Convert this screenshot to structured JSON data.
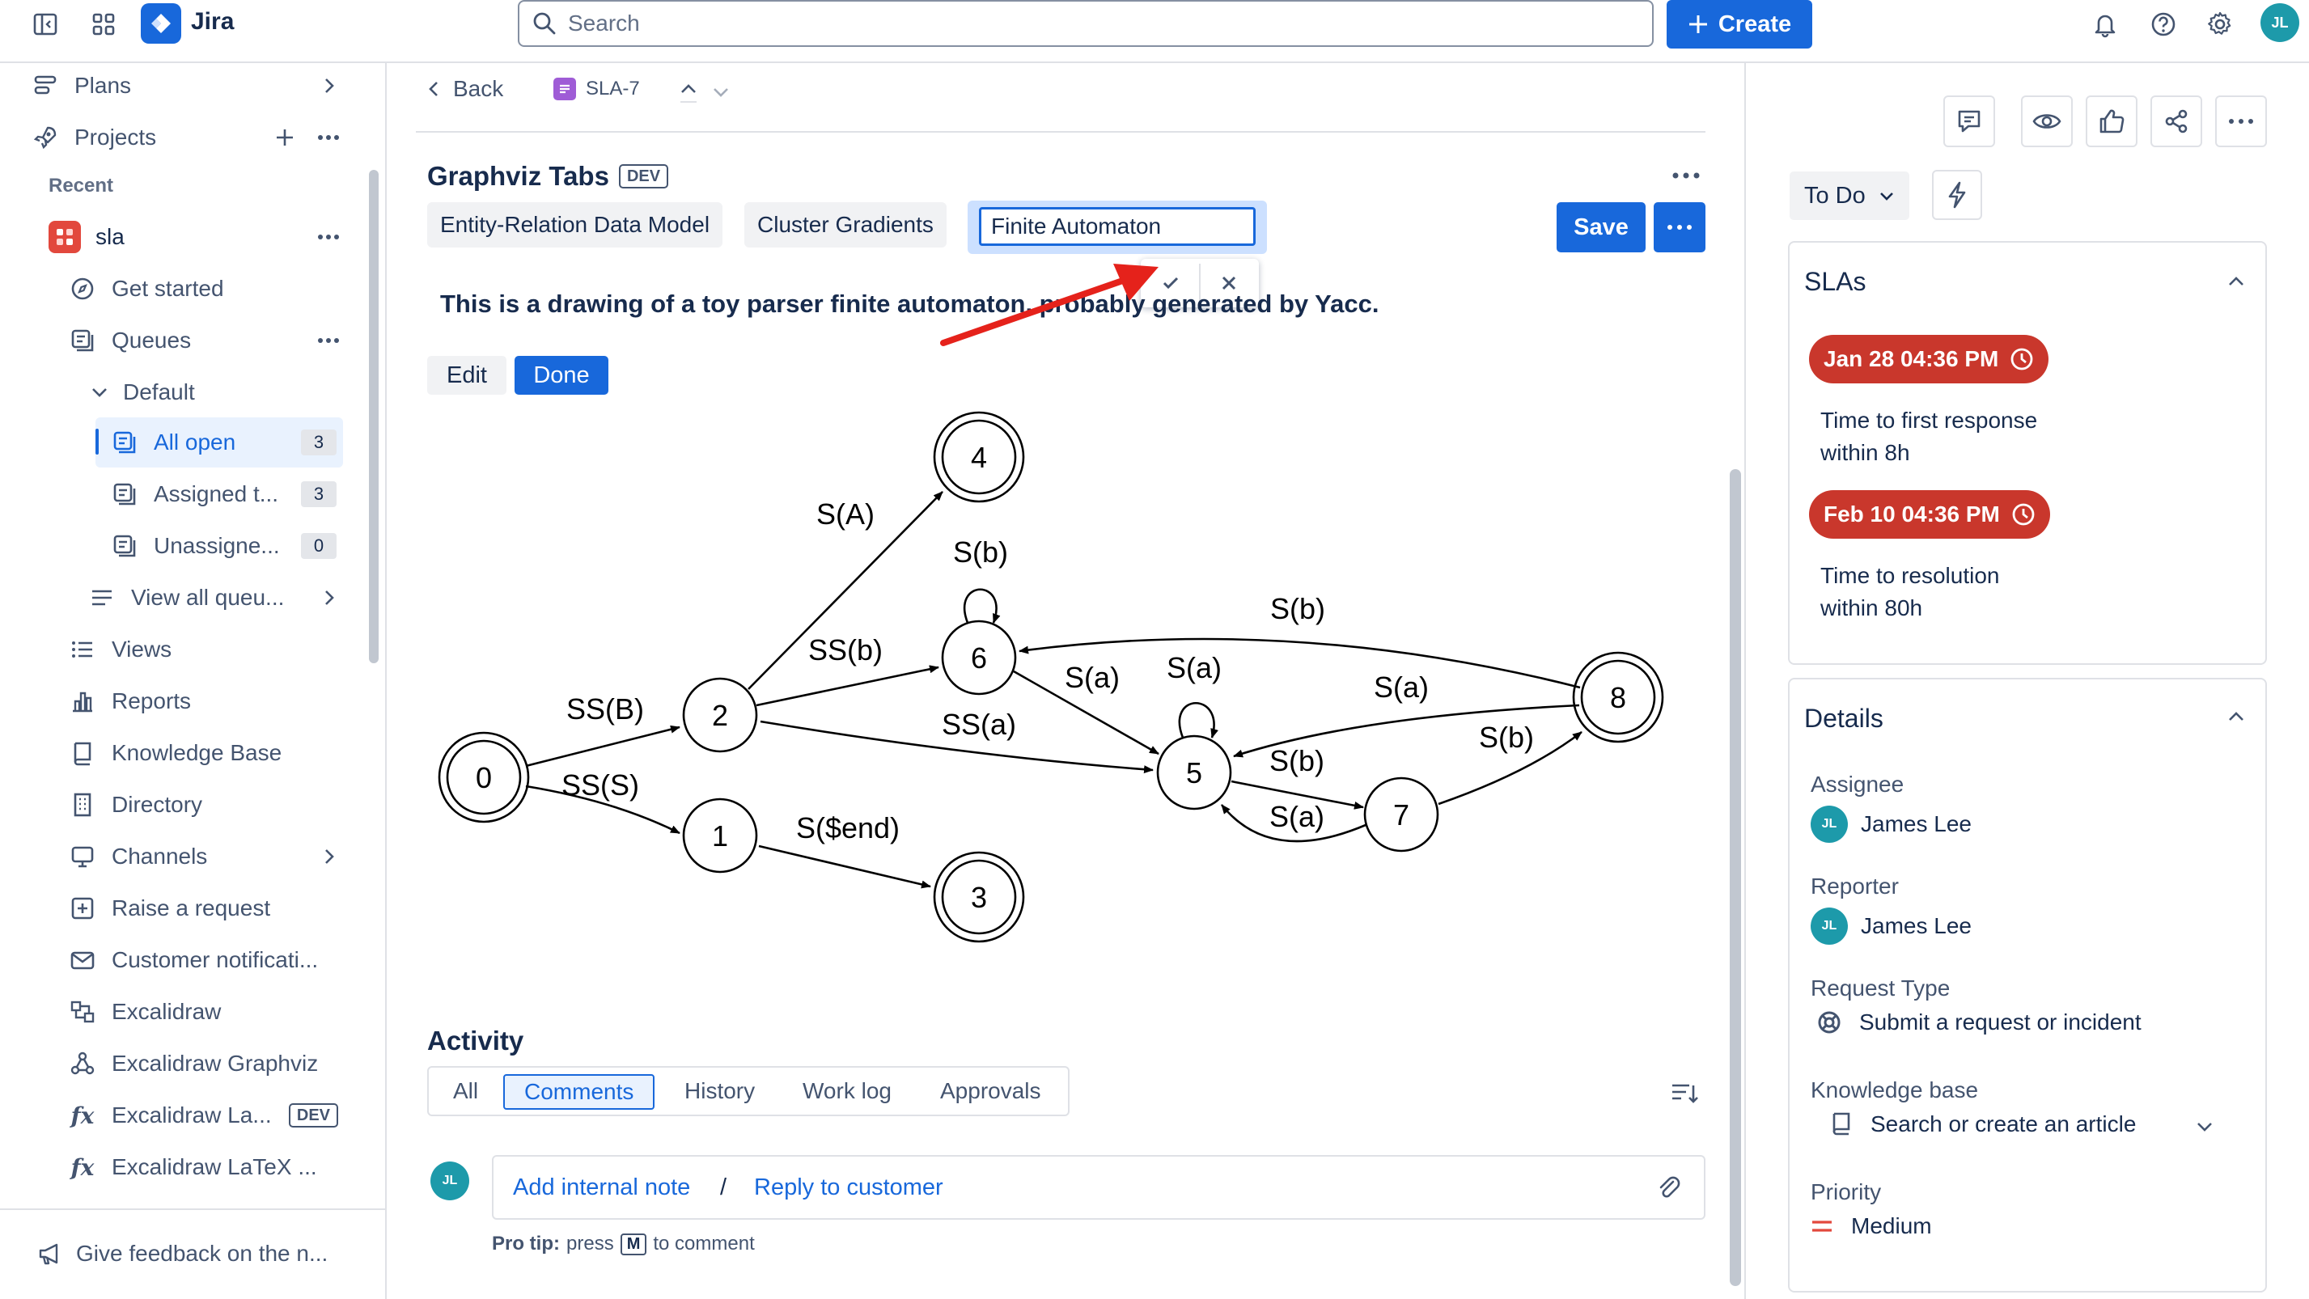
{
  "topnav": {
    "brand": "Jira",
    "search_placeholder": "Search",
    "create_label": "Create",
    "avatar_initials": "JL"
  },
  "sidebar": {
    "plans": "Plans",
    "projects": "Projects",
    "recent": "Recent",
    "project_name": "sla",
    "get_started": "Get started",
    "queues": "Queues",
    "default": "Default",
    "all_open": "All open",
    "all_open_count": "3",
    "assigned": "Assigned t...",
    "assigned_count": "3",
    "unassigned": "Unassigne...",
    "unassigned_count": "0",
    "view_all": "View all queu...",
    "views": "Views",
    "reports": "Reports",
    "knowledge_base": "Knowledge Base",
    "directory": "Directory",
    "channels": "Channels",
    "raise_request": "Raise a request",
    "customer_notifications": "Customer notificati...",
    "excalidraw": "Excalidraw",
    "excalidraw_graphviz": "Excalidraw Graphviz",
    "excalidraw_la": "Excalidraw La...",
    "excalidraw_la_tag": "DEV",
    "excalidraw_latex": "Excalidraw LaTeX ...",
    "feedback": "Give feedback on the n..."
  },
  "breadcrumb": {
    "back": "Back",
    "issue_key": "SLA-7"
  },
  "panel": {
    "title": "Graphviz Tabs",
    "title_tag": "DEV",
    "tabs": [
      "Entity-Relation Data Model",
      "Cluster Gradients"
    ],
    "editing_tab_value": "Finite Automaton",
    "save_label": "Save",
    "description": "This is a drawing of a toy parser finite automaton, probably generated by Yacc.",
    "edit_label": "Edit",
    "done_label": "Done"
  },
  "graph": {
    "nodes": [
      {
        "id": "0",
        "label": "0",
        "accepting": true
      },
      {
        "id": "1",
        "label": "1",
        "accepting": false
      },
      {
        "id": "2",
        "label": "2",
        "accepting": false
      },
      {
        "id": "3",
        "label": "3",
        "accepting": true
      },
      {
        "id": "4",
        "label": "4",
        "accepting": true
      },
      {
        "id": "5",
        "label": "5",
        "accepting": false
      },
      {
        "id": "6",
        "label": "6",
        "accepting": false
      },
      {
        "id": "7",
        "label": "7",
        "accepting": false
      },
      {
        "id": "8",
        "label": "8",
        "accepting": true
      }
    ],
    "edges": [
      {
        "from": "0",
        "to": "2",
        "label": "SS(B)"
      },
      {
        "from": "0",
        "to": "1",
        "label": "SS(S)"
      },
      {
        "from": "1",
        "to": "3",
        "label": "S($end)"
      },
      {
        "from": "2",
        "to": "6",
        "label": "SS(b)"
      },
      {
        "from": "2",
        "to": "5",
        "label": "SS(a)"
      },
      {
        "from": "2",
        "to": "4",
        "label": "S(A)"
      },
      {
        "from": "5",
        "to": "7",
        "label": "S(b)"
      },
      {
        "from": "5",
        "to": "5",
        "label": "S(a)"
      },
      {
        "from": "6",
        "to": "6",
        "label": "S(b)"
      },
      {
        "from": "6",
        "to": "5",
        "label": "S(a)"
      },
      {
        "from": "7",
        "to": "8",
        "label": "S(b)"
      },
      {
        "from": "7",
        "to": "5",
        "label": "S(a)"
      },
      {
        "from": "8",
        "to": "6",
        "label": "S(b)"
      },
      {
        "from": "8",
        "to": "5",
        "label": "S(a)"
      }
    ]
  },
  "activity": {
    "title": "Activity",
    "tabs": [
      "All",
      "Comments",
      "History",
      "Work log",
      "Approvals"
    ],
    "active_tab": "Comments",
    "avatar_initials": "JL",
    "add_internal_note": "Add internal note",
    "separator": "/",
    "reply_to_customer": "Reply to customer",
    "pro_tip_label": "Pro tip:",
    "pro_tip_press": "press",
    "pro_tip_key": "M",
    "pro_tip_suffix": "to comment"
  },
  "right": {
    "status": "To Do",
    "slas_title": "SLAs",
    "sla1_time": "Jan 28 04:36 PM",
    "sla1_name": "Time to first response",
    "sla1_within": "within 8h",
    "sla2_time": "Feb 10 04:36 PM",
    "sla2_name": "Time to resolution",
    "sla2_within": "within 80h",
    "details_title": "Details",
    "assignee_label": "Assignee",
    "assignee": "James Lee",
    "reporter_label": "Reporter",
    "reporter": "James Lee",
    "avatar_initials": "JL",
    "request_type_label": "Request Type",
    "request_type": "Submit a request or incident",
    "kb_label": "Knowledge base",
    "kb_value": "Search or create an article",
    "priority_label": "Priority",
    "priority": "Medium"
  },
  "colors": {
    "brand_blue": "#1868db",
    "sla_red": "#c9372c",
    "priority_orange": "#e2483d",
    "annotation_arrow": "#e5221b"
  }
}
